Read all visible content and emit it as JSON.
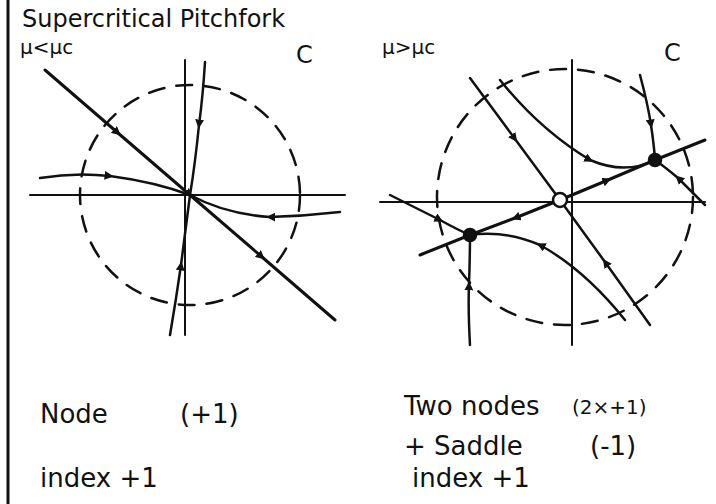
{
  "diagram": {
    "title": "Supercritical Pitchfork",
    "labels": [
      "μ<μc",
      "C",
      "μ>μc",
      "C",
      "Node",
      "(+1)",
      "Two nodes",
      "(2×+1)",
      "+ Saddle",
      "(-1)",
      "index +1",
      "index +1"
    ]
  }
}
